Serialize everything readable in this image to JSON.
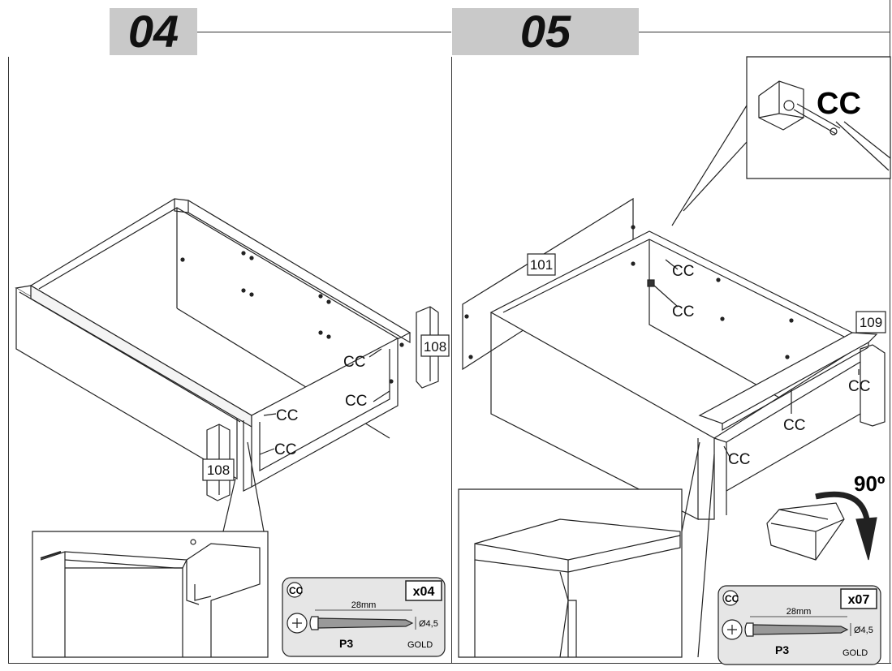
{
  "steps": [
    {
      "number": "04",
      "parts": [
        "108",
        "108"
      ],
      "fasteners_callouts": [
        "CC",
        "CC",
        "CC",
        "CC"
      ],
      "hardware": {
        "code": "CC",
        "quantity": "x04",
        "length": "28mm",
        "diameter": "Ø4,5",
        "ref": "P3",
        "finish": "GOLD"
      }
    },
    {
      "number": "05",
      "parts": [
        "101",
        "109"
      ],
      "detail_label": "CC",
      "fasteners_callouts": [
        "CC",
        "CC",
        "CC",
        "CC",
        "CC"
      ],
      "rotation": "90º",
      "hardware": {
        "code": "CC",
        "quantity": "x07",
        "length": "28mm",
        "diameter": "Ø4,5",
        "ref": "P3",
        "finish": "GOLD"
      }
    }
  ]
}
